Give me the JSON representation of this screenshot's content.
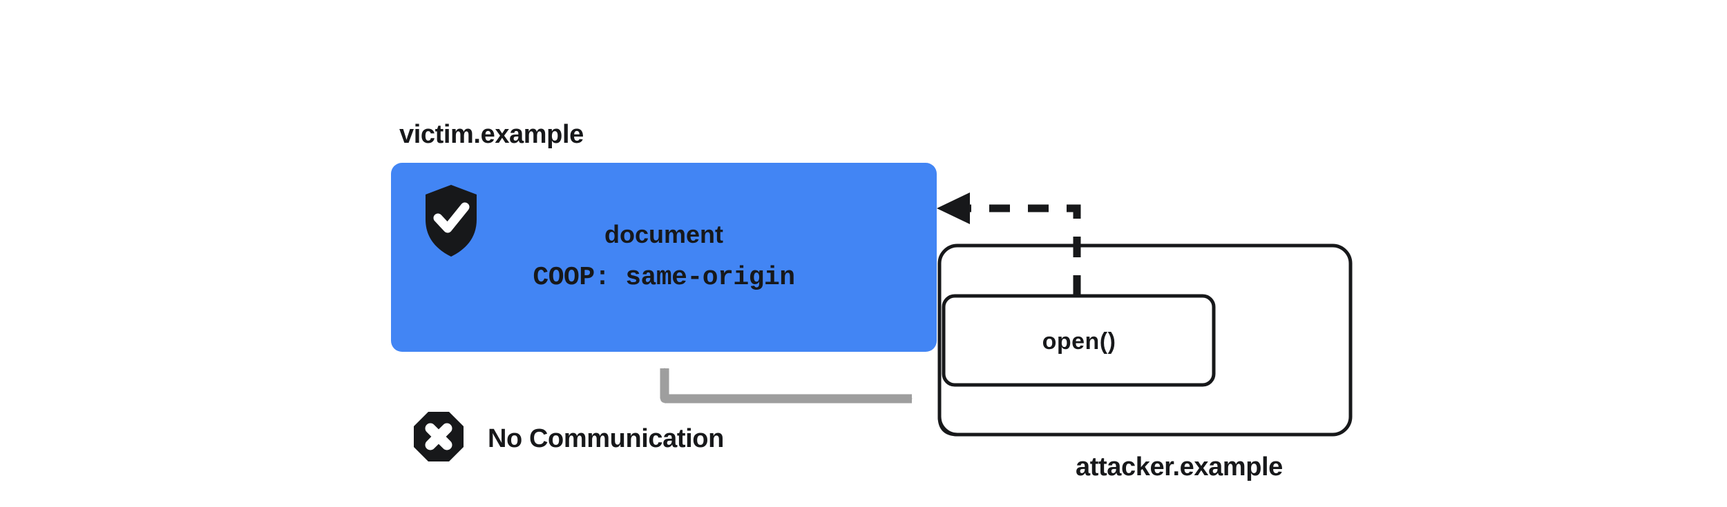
{
  "diagram": {
    "title": "Cross-Origin-Opener-Policy same-origin isolation",
    "colors": {
      "victim_box_fill": "#4285F4",
      "ink": "#17181a",
      "arrow_gray": "#9e9e9e",
      "page_background": "#ffffff",
      "icon_check_fill": "#ffffff"
    },
    "victim": {
      "origin_label": "victim.example",
      "document_label": "document",
      "coop_header_label": "COOP: same-origin",
      "shield_icon_name": "shield-check-icon"
    },
    "attacker": {
      "origin_label": "attacker.example",
      "open_call_label": "open()"
    },
    "relations": {
      "no_communication_label": "No Communication",
      "no_communication_icon_name": "octagon-x-icon",
      "open_arrow_style": "dashed",
      "blocked_arrow_style": "solid-gray-double-headed"
    }
  }
}
